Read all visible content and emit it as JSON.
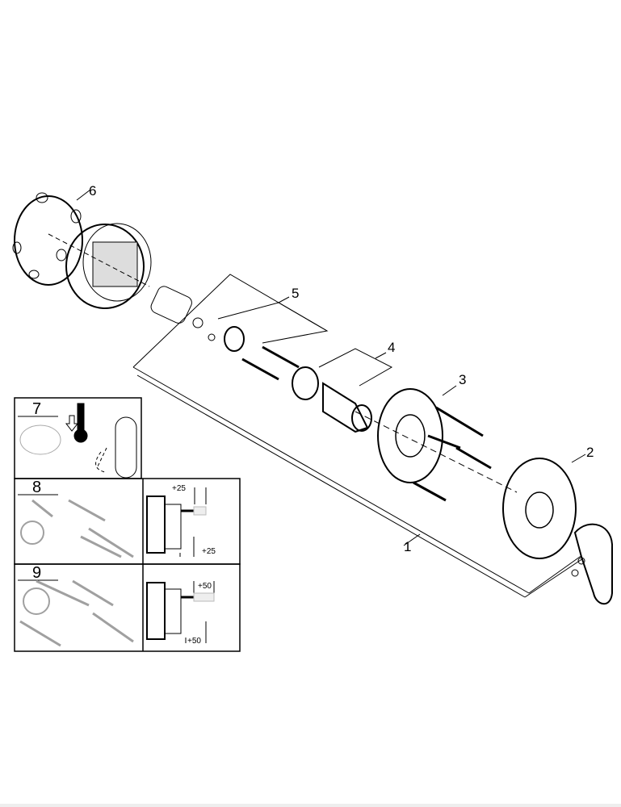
{
  "callouts": {
    "p1": "1",
    "p2": "2",
    "p3": "3",
    "p4": "4",
    "p5": "5",
    "p6": "6",
    "p7": "7",
    "p8": "8",
    "p9": "9"
  },
  "dimensions": {
    "ext8_top": "+25",
    "ext8_bottom": "+25",
    "ext9_top": "+50",
    "ext9_bottom": "+50"
  },
  "colors": {
    "line": "#000000",
    "grey_parts": "#9a9a9a"
  }
}
